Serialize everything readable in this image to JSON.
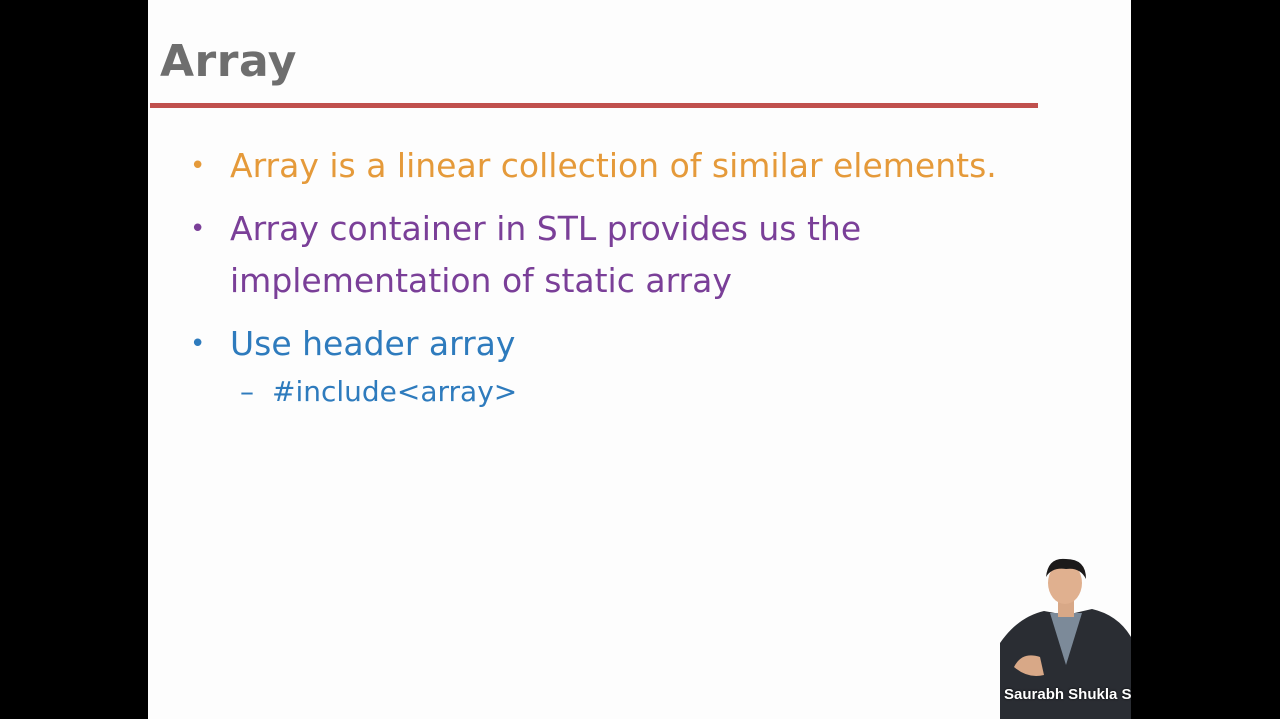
{
  "slide": {
    "title": "Array",
    "bullets": [
      {
        "text": "Array is a linear collection of similar elements.",
        "color": "#e59a3a"
      },
      {
        "text": "Array container in STL provides us the implementation of static array",
        "color": "#7a3f98"
      },
      {
        "text": "Use header array",
        "color": "#2e7bbd"
      }
    ],
    "sub_bullets": [
      {
        "text": "#include<array>"
      }
    ],
    "bullet_symbol": "•",
    "sub_bullet_symbol": "–"
  },
  "colors": {
    "title": "#6e6e6e",
    "rule": "#c0504d",
    "slide_background": "#fdfdfd",
    "frame_background": "#000000"
  },
  "overlay": {
    "presenter_icon": "presenter-photo",
    "watermark": "Saurabh Shukla Sir"
  }
}
